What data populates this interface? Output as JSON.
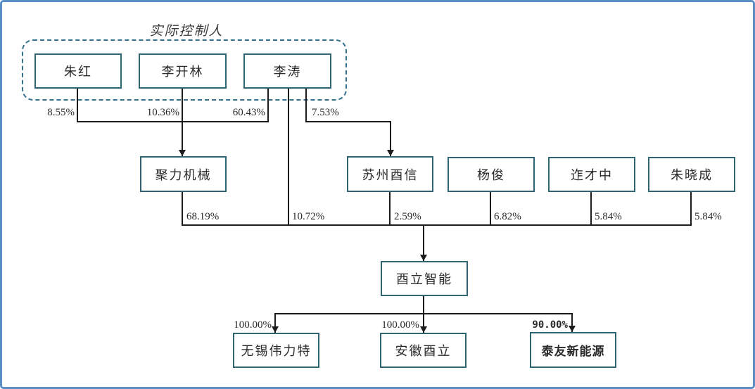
{
  "diagram": {
    "title": "实际控制人",
    "nodes": {
      "zhu_hong": "朱红",
      "li_kailin": "李开林",
      "li_tao": "李涛",
      "juli_jixie": "聚力机械",
      "suzhou_youxin": "苏州酉信",
      "yang_jun": "杨俊",
      "ze_caizhong": "迮才中",
      "zhu_xiaocheng": "朱晓成",
      "youli_zhineng": "酉立智能",
      "wuxi_weilite": "无锡伟力特",
      "anhui_youli": "安徽酉立",
      "taiyou_xinnengyuan": "泰友新能源"
    },
    "percentages": {
      "zhu_hong_to_juli": "8.55%",
      "li_kailin_to_juli": "10.36%",
      "li_tao_to_juli": "60.43%",
      "li_tao_to_youxin": "7.53%",
      "juli_to_youli": "68.19%",
      "li_tao_to_youli": "10.72%",
      "youxin_to_youli": "2.59%",
      "yang_jun_to_youli": "6.82%",
      "ze_caizhong_to_youli": "5.84%",
      "zhu_xiaocheng_to_youli": "5.84%",
      "youli_to_weilite": "100.00%",
      "youli_to_anhui": "100.00%",
      "youli_to_taiyou": "90.00%"
    },
    "colors": {
      "frame_border": "#5b8fc7",
      "node_border": "#2f6573",
      "group_dash": "#35708c",
      "line": "#1c1c1c"
    }
  }
}
